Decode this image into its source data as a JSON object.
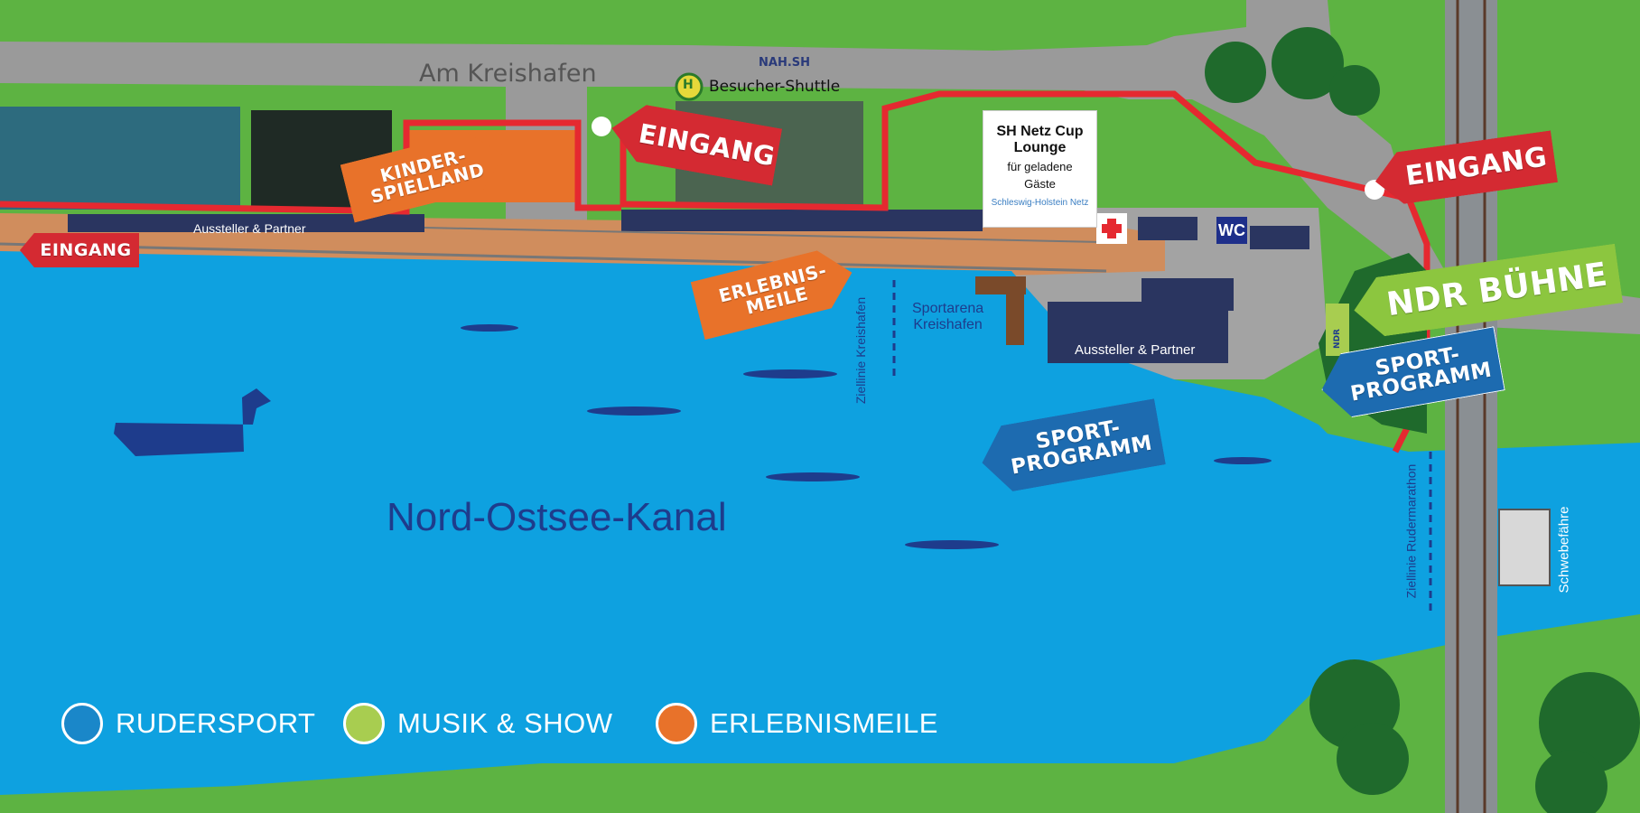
{
  "map": {
    "road_label": "Am Kreishafen",
    "transit_logo": "NAH.SH",
    "shuttle_badge": "H",
    "shuttle_label": "Besucher-Shuttle",
    "lounge": {
      "line1": "SH Netz Cup",
      "line2": "Lounge",
      "line3": "für geladene",
      "line4": "Gäste",
      "brand": "Schleswig-Holstein Netz"
    },
    "entrances": {
      "left": "EINGANG",
      "center": "EINGANG",
      "right": "EINGANG"
    },
    "kinderspielland": [
      "KINDER-",
      "SPIELLAND"
    ],
    "erlebnismeile": [
      "ERLEBNIS-",
      "MEILE"
    ],
    "ndr_stage": "NDR BÜHNE",
    "ndr_logo": "NDR",
    "sport_program_right": [
      "SPORT-",
      "PROGRAMM"
    ],
    "sport_program_water": [
      "SPORT-",
      "PROGRAMM"
    ],
    "exhibitors_left": "Aussteller & Partner",
    "exhibitors_right": "Aussteller & Partner",
    "sportarena": [
      "Sportarena",
      "Kreishafen"
    ],
    "finish_kreishafen": "Ziellinie Kreishafen",
    "finish_marathon": "Ziellinie Rudermarathon",
    "ferry": "Schwebefähre",
    "canal": "Nord-Ostsee-Kanal",
    "wc": "WC"
  },
  "legend": [
    {
      "label": "RUDERSPORT",
      "color": "#1a87c9"
    },
    {
      "label": "MUSIK & SHOW",
      "color": "#a8cd50"
    },
    {
      "label": "ERLEBNISMEILE",
      "color": "#e8722a"
    }
  ],
  "colors": {
    "water": "#0ea1e0",
    "grass": "#5db342",
    "road": "#9a9a9a",
    "route": "#e52930",
    "promenade": "#d08d5d",
    "navy": "#2a3560",
    "boat": "#1e3c8c"
  }
}
